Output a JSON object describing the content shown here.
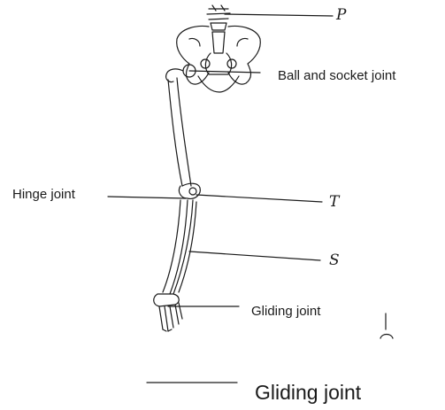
{
  "labels": {
    "p": "P",
    "ball_socket": "Ball and socket joint",
    "hinge": "Hinge joint",
    "t": "T",
    "s": "S",
    "gliding_small": "Gliding joint",
    "gliding_large": "Gliding joint"
  },
  "colors": {
    "ink": "#1a1a1a",
    "background": "#ffffff"
  }
}
